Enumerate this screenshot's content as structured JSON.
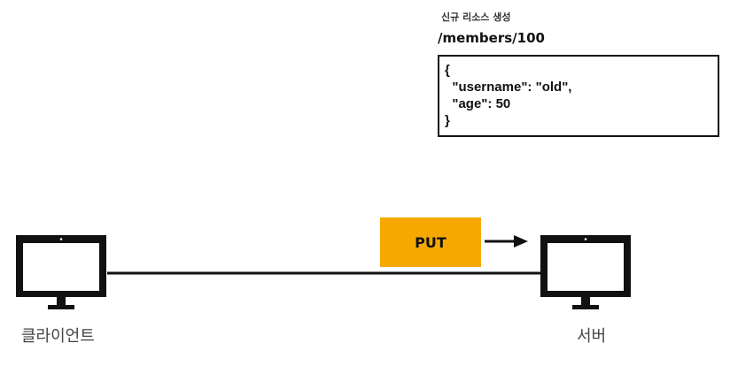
{
  "caption": "신규 리소스 생성",
  "resource_path": "/members/100",
  "json_body": {
    "open": "{",
    "line1": "  \"username\": \"old\",",
    "line2": "  \"age\": 50",
    "close": "}"
  },
  "method": "PUT",
  "client_label": "클라이언트",
  "server_label": "서버",
  "colors": {
    "method_box": "#F5A800",
    "stroke": "#111111"
  },
  "icons": [
    "monitor-icon",
    "arrow-right-icon"
  ]
}
